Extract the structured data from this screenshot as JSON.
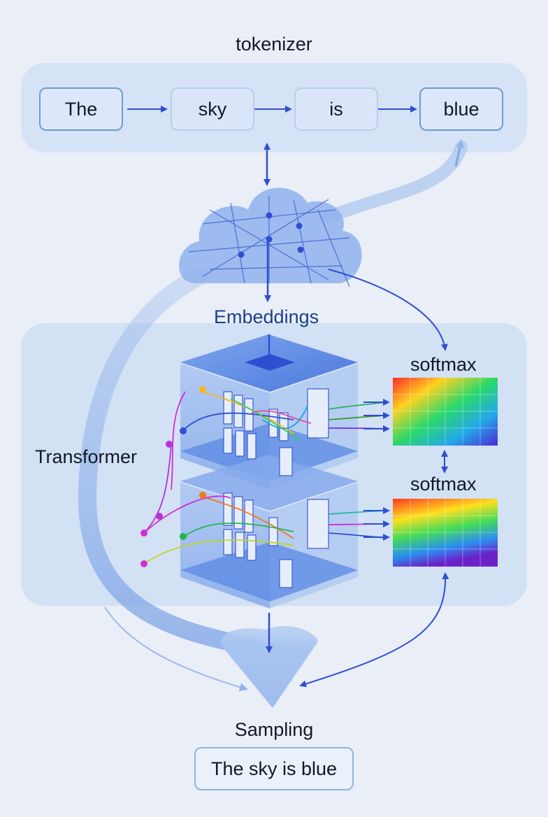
{
  "tokenizer": {
    "label": "tokenizer",
    "tokens": [
      "The",
      "sky",
      "is",
      "blue"
    ]
  },
  "embeddings": {
    "label": "Embeddings"
  },
  "transformer": {
    "label": "Transformer",
    "softmax_labels": [
      "softmax",
      "softmax"
    ]
  },
  "sampling": {
    "label": "Sampling",
    "output": "The sky is blue"
  },
  "colors": {
    "background": "#e9eef7",
    "panel": "#d6e3f6",
    "accent": "#2f4fd1",
    "flow": "#7ea6e6"
  }
}
